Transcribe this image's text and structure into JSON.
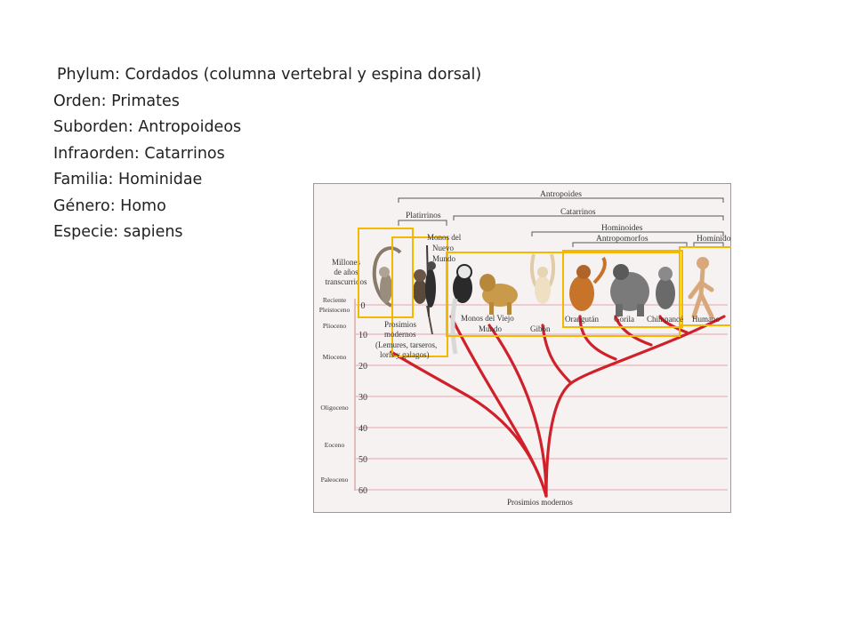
{
  "taxonomy": [
    "Phylum: Cordados (columna vertebral y espina dorsal)",
    "Orden: Primates",
    "Suborden: Antropoideos",
    "Infraorden: Catarrinos",
    "Familia: Hominidae",
    "Género: Homo",
    "Especie: sapiens"
  ],
  "diagram": {
    "brackets": {
      "antropoides": "Antropoides",
      "platirrinos": "Platirrinos",
      "catarrinos": "Catarrinos",
      "hominoides": "Hominoides",
      "antropomorfos": "Antropomorfos",
      "hominido": "Homínido"
    },
    "axis_title": [
      "Millones",
      "de años",
      "transcurridos"
    ],
    "axis_ticks": [
      "0",
      "10",
      "20",
      "30",
      "40",
      "50",
      "60"
    ],
    "epochs": [
      "Reciente",
      "Pleistoceno",
      "Plioceno",
      "Mioceno",
      "Oligoceno",
      "Eoceno",
      "Paleoceno"
    ],
    "group_labels": {
      "monos_nuevo_mundo": [
        "Monos del",
        "Nuevo",
        "Mundo"
      ],
      "prosimios": [
        "Prosimios",
        "modernos",
        "(Lemures, tarseros,",
        "loris y galagos)"
      ],
      "monos_viejo_mundo": [
        "Monos del Viejo",
        "Mundo"
      ],
      "gibon": "Gibón",
      "orangutan": "Orangután",
      "gorila": "Gorila",
      "chimpance": "Chimpancé",
      "humano": "Humano",
      "root": "Prosimios modernos"
    },
    "colors": {
      "branch": "#d0202a",
      "highlight": "#f5b800",
      "grid": "#e8a4ac",
      "panel": "#f6f2f2"
    }
  }
}
